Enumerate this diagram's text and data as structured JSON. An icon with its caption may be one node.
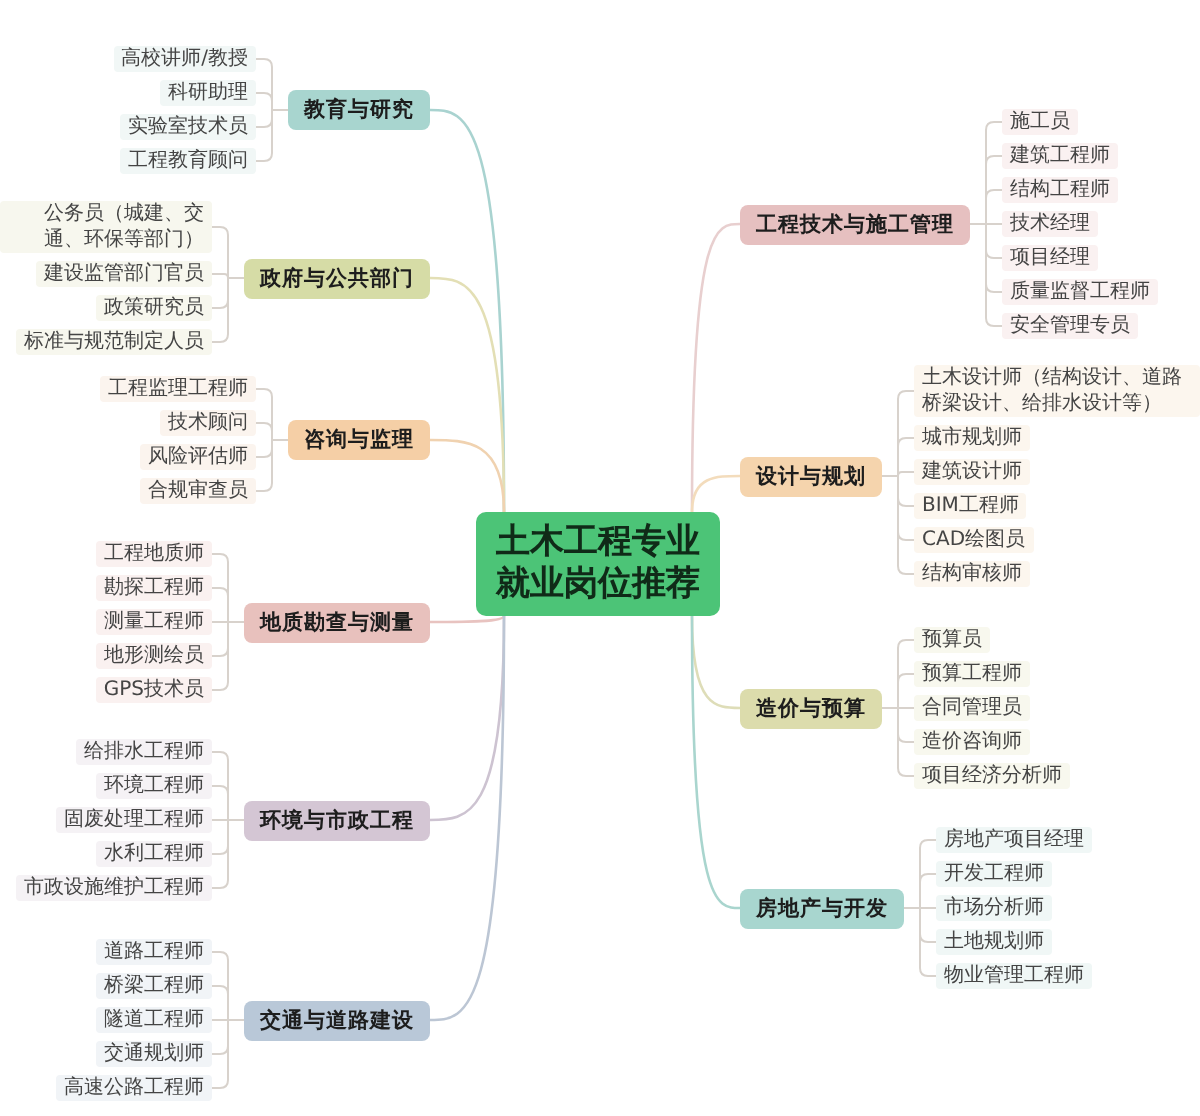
{
  "diagram": {
    "nodes": [
      {
        "text": [
          "土木工程专业就业岗位推荐"
        ]
      },
      {
        "text": [
          "教育与研究"
        ]
      },
      {
        "text": [
          "高校讲师/教授"
        ]
      },
      {
        "text": [
          "科研助理"
        ]
      },
      {
        "text": [
          "实验室技术员"
        ]
      },
      {
        "text": [
          "工程教育顾问"
        ]
      },
      {
        "text": [
          "政府与公共部门"
        ]
      },
      {
        "text": [
          "公务员（城建、交通、环保等部门）"
        ]
      },
      {
        "text": [
          "建设监管部门官员"
        ]
      },
      {
        "text": [
          "政策研究员"
        ]
      },
      {
        "text": [
          "标准与规范制定人员"
        ]
      },
      {
        "text": [
          "咨询与监理"
        ]
      },
      {
        "text": [
          "工程监理工程师"
        ]
      },
      {
        "text": [
          "技术顾问"
        ]
      },
      {
        "text": [
          "风险评估师"
        ]
      },
      {
        "text": [
          "合规审查员"
        ]
      },
      {
        "text": [
          "地质勘查与测量"
        ]
      },
      {
        "text": [
          "工程地质师"
        ]
      },
      {
        "text": [
          "勘探工程师"
        ]
      },
      {
        "text": [
          "测量工程师"
        ]
      },
      {
        "text": [
          "地形测绘员"
        ]
      },
      {
        "text": [
          "GPS技术员"
        ]
      },
      {
        "text": [
          "环境与市政工程"
        ]
      },
      {
        "text": [
          "给排水工程师"
        ]
      },
      {
        "text": [
          "环境工程师"
        ]
      },
      {
        "text": [
          "固废处理工程师"
        ]
      },
      {
        "text": [
          "水利工程师"
        ]
      },
      {
        "text": [
          "市政设施维护工程师"
        ]
      },
      {
        "text": [
          "交通与道路建设"
        ]
      },
      {
        "text": [
          "道路工程师"
        ]
      },
      {
        "text": [
          "桥梁工程师"
        ]
      },
      {
        "text": [
          "隧道工程师"
        ]
      },
      {
        "text": [
          "交通规划师"
        ]
      },
      {
        "text": [
          "高速公路工程师"
        ]
      },
      {
        "text": [
          "工程技术与施工管理"
        ]
      },
      {
        "text": [
          "施工员"
        ]
      },
      {
        "text": [
          "建筑工程师"
        ]
      },
      {
        "text": [
          "结构工程师"
        ]
      },
      {
        "text": [
          "技术经理"
        ]
      },
      {
        "text": [
          "项目经理"
        ]
      },
      {
        "text": [
          "质量监督工程师"
        ]
      },
      {
        "text": [
          "安全管理专员"
        ]
      },
      {
        "text": [
          "设计与规划"
        ]
      },
      {
        "text": [
          "土木设计师（结构设计、道路桥梁设计、给排水设计等）"
        ]
      },
      {
        "text": [
          "城市规划师"
        ]
      },
      {
        "text": [
          "建筑设计师"
        ]
      },
      {
        "text": [
          "BIM工程师"
        ]
      },
      {
        "text": [
          "CAD绘图员"
        ]
      },
      {
        "text": [
          "结构审核师"
        ]
      },
      {
        "text": [
          "造价与预算"
        ]
      },
      {
        "text": [
          "预算员"
        ]
      },
      {
        "text": [
          "预算工程师"
        ]
      },
      {
        "text": [
          "合同管理员"
        ]
      },
      {
        "text": [
          "造价咨询师"
        ]
      },
      {
        "text": [
          "项目经济分析师"
        ]
      },
      {
        "text": [
          "房地产与开发"
        ]
      },
      {
        "text": [
          "房地产项目经理"
        ]
      },
      {
        "text": [
          "开发工程师"
        ]
      },
      {
        "text": [
          "市场分析师"
        ]
      },
      {
        "text": [
          "土地规划师"
        ]
      },
      {
        "text": [
          "物业管理工程师"
        ]
      }
    ],
    "edges": [
      {
        "from": 0,
        "to": 1,
        "arrow": "none",
        "color": "#a9d3d0"
      },
      {
        "from": 0,
        "to": 6,
        "arrow": "none",
        "color": "#e3dfb5"
      },
      {
        "from": 0,
        "to": 11,
        "arrow": "none",
        "color": "#f0d2b0"
      },
      {
        "from": 0,
        "to": 16,
        "arrow": "none",
        "color": "#e8c3c0"
      },
      {
        "from": 0,
        "to": 22,
        "arrow": "none",
        "color": "#cdc3d1"
      },
      {
        "from": 0,
        "to": 28,
        "arrow": "none",
        "color": "#bcc6d4"
      },
      {
        "from": 0,
        "to": 34,
        "arrow": "none",
        "color": "#e8cfcf"
      },
      {
        "from": 0,
        "to": 42,
        "arrow": "none",
        "color": "#f3dcbc"
      },
      {
        "from": 0,
        "to": 49,
        "arrow": "none",
        "color": "#deddb8"
      },
      {
        "from": 0,
        "to": 55,
        "arrow": "none",
        "color": "#a9d5ce"
      },
      {
        "from": 1,
        "to": 2,
        "arrow": "none"
      },
      {
        "from": 1,
        "to": 3,
        "arrow": "none"
      },
      {
        "from": 1,
        "to": 4,
        "arrow": "none"
      },
      {
        "from": 1,
        "to": 5,
        "arrow": "none"
      },
      {
        "from": 6,
        "to": 7,
        "arrow": "none"
      },
      {
        "from": 6,
        "to": 8,
        "arrow": "none"
      },
      {
        "from": 6,
        "to": 9,
        "arrow": "none"
      },
      {
        "from": 6,
        "to": 10,
        "arrow": "none"
      },
      {
        "from": 11,
        "to": 12,
        "arrow": "none"
      },
      {
        "from": 11,
        "to": 13,
        "arrow": "none"
      },
      {
        "from": 11,
        "to": 14,
        "arrow": "none"
      },
      {
        "from": 11,
        "to": 15,
        "arrow": "none"
      },
      {
        "from": 16,
        "to": 17,
        "arrow": "none"
      },
      {
        "from": 16,
        "to": 18,
        "arrow": "none"
      },
      {
        "from": 16,
        "to": 19,
        "arrow": "none"
      },
      {
        "from": 16,
        "to": 20,
        "arrow": "none"
      },
      {
        "from": 16,
        "to": 21,
        "arrow": "none"
      },
      {
        "from": 22,
        "to": 23,
        "arrow": "none"
      },
      {
        "from": 22,
        "to": 24,
        "arrow": "none"
      },
      {
        "from": 22,
        "to": 25,
        "arrow": "none"
      },
      {
        "from": 22,
        "to": 26,
        "arrow": "none"
      },
      {
        "from": 22,
        "to": 27,
        "arrow": "none"
      },
      {
        "from": 28,
        "to": 29,
        "arrow": "none"
      },
      {
        "from": 28,
        "to": 30,
        "arrow": "none"
      },
      {
        "from": 28,
        "to": 31,
        "arrow": "none"
      },
      {
        "from": 28,
        "to": 32,
        "arrow": "none"
      },
      {
        "from": 28,
        "to": 33,
        "arrow": "none"
      },
      {
        "from": 34,
        "to": 35,
        "arrow": "none"
      },
      {
        "from": 34,
        "to": 36,
        "arrow": "none"
      },
      {
        "from": 34,
        "to": 37,
        "arrow": "none"
      },
      {
        "from": 34,
        "to": 38,
        "arrow": "none"
      },
      {
        "from": 34,
        "to": 39,
        "arrow": "none"
      },
      {
        "from": 34,
        "to": 40,
        "arrow": "none"
      },
      {
        "from": 34,
        "to": 41,
        "arrow": "none"
      },
      {
        "from": 42,
        "to": 43,
        "arrow": "none"
      },
      {
        "from": 42,
        "to": 44,
        "arrow": "none"
      },
      {
        "from": 42,
        "to": 45,
        "arrow": "none"
      },
      {
        "from": 42,
        "to": 46,
        "arrow": "none"
      },
      {
        "from": 42,
        "to": 47,
        "arrow": "none"
      },
      {
        "from": 42,
        "to": 48,
        "arrow": "none"
      },
      {
        "from": 49,
        "to": 50,
        "arrow": "none"
      },
      {
        "from": 49,
        "to": 51,
        "arrow": "none"
      },
      {
        "from": 49,
        "to": 52,
        "arrow": "none"
      },
      {
        "from": 49,
        "to": 53,
        "arrow": "none"
      },
      {
        "from": 49,
        "to": 54,
        "arrow": "none"
      },
      {
        "from": 55,
        "to": 56,
        "arrow": "none"
      },
      {
        "from": 55,
        "to": 57,
        "arrow": "none"
      },
      {
        "from": 55,
        "to": 58,
        "arrow": "none"
      },
      {
        "from": 55,
        "to": 59,
        "arrow": "none"
      },
      {
        "from": 55,
        "to": 60,
        "arrow": "none"
      }
    ]
  }
}
